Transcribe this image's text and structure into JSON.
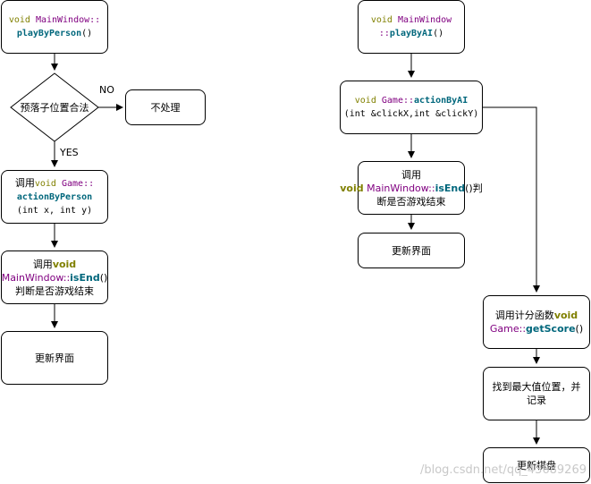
{
  "left": {
    "start": {
      "kw": "void",
      "cls": "MainWindow::",
      "fn": "playByPerson",
      "paren": "()"
    },
    "decision": "预落子位置合法",
    "no_label": "NO",
    "yes_label": "YES",
    "no_action": "不处理",
    "call_game": {
      "prefix": "调用",
      "kw": "void",
      "cls": "Game::",
      "fn": "actionByPerson",
      "args": "(int x, int y)"
    },
    "call_isend": {
      "prefix": "调用",
      "kw": "void",
      "cls": "MainWindow::",
      "fn": "isEnd",
      "paren": "()",
      "suffix": "判断是否游戏结束"
    },
    "update": "更新界面"
  },
  "right": {
    "start": {
      "kw": "void",
      "cls": "MainWindow",
      "cls2": "::",
      "fn": "playByAI",
      "paren": "()"
    },
    "call_game": {
      "kw": "void",
      "cls": "Game::",
      "fn": "actionByAI",
      "args": "(int &clickX,int &clickY)"
    },
    "call_isend": {
      "prefix": "调用",
      "kw": "void",
      "cls": "MainWindow::",
      "fn": "isEnd",
      "paren": "()",
      "suffix_tail": "判",
      "suffix": "断是否游戏结束"
    },
    "update": "更新界面",
    "score": {
      "prefix": "调用计分函数",
      "kw": "void",
      "cls": "Game::",
      "fn": "getScore",
      "paren": "()"
    },
    "find_max": "找到最大值位置，并记录",
    "update_board": "更新棋盘"
  },
  "watermark": "https://blog.csdn.net/qq_43689269",
  "colors": {
    "keyword": "#808000",
    "class": "#800080",
    "function": "#00677c"
  }
}
